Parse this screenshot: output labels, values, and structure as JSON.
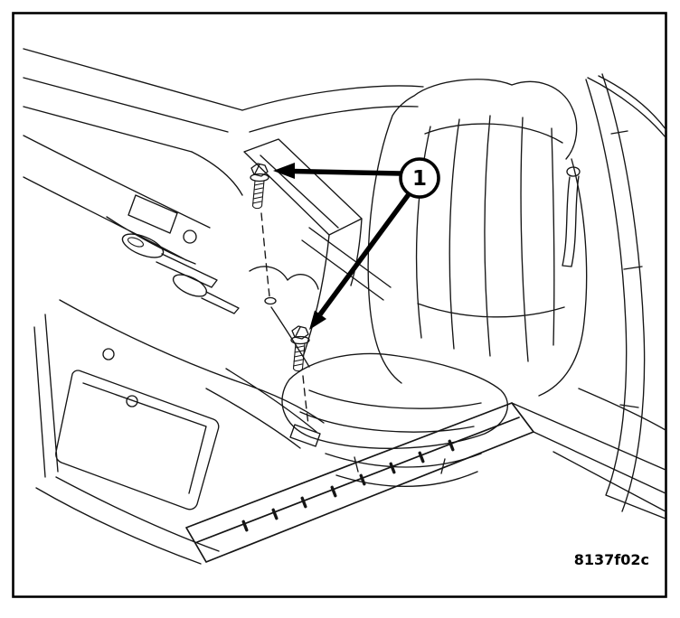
{
  "figure": {
    "code": "8137f02c"
  },
  "callout": {
    "number": "1"
  },
  "colors": {
    "background": "#ffffff",
    "line": "#151515",
    "frame": "#000000",
    "arrow": "#000000"
  },
  "icons": {
    "callout-1-circle": "circled number badge",
    "upper-bolt-icon": "hex flange mounting bolt",
    "lower-bolt-icon": "hex flange mounting bolt",
    "arrow-to-upper-bolt-icon": "solid leader arrow",
    "arrow-to-lower-bolt-icon": "solid leader arrow"
  }
}
